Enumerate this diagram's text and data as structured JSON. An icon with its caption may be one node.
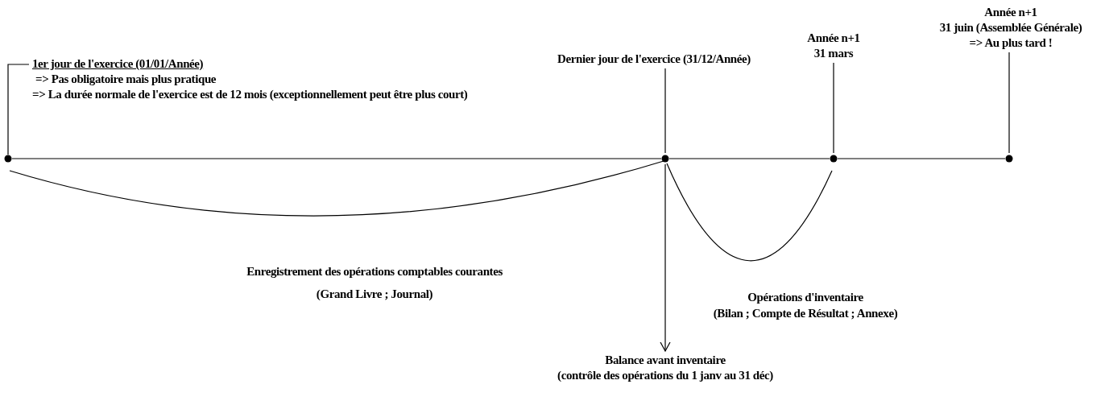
{
  "diagram": {
    "nodes": [
      {
        "text": [
          "1er jour de l'exercice (01/01/Année)",
          "=> Pas obligatoire mais plus pratique",
          "=> La durée normale de l'exercice est de 12 mois (exceptionnellement peut être plus court)"
        ]
      },
      {
        "text": [
          "Dernier jour de l'exercice (31/12/Année)"
        ]
      },
      {
        "text": [
          "Année n+1",
          "31 mars"
        ]
      },
      {
        "text": [
          "Année n+1",
          "31 juin (Assemblée Générale)",
          "=> Au plus tard !"
        ]
      },
      {
        "text": [],
        "shape": "circle"
      },
      {
        "text": [],
        "shape": "circle"
      },
      {
        "text": [],
        "shape": "circle"
      },
      {
        "text": [],
        "shape": "circle"
      },
      {
        "text": [
          "Balance avant inventaire",
          "(contrôle des opérations du 1 janv au 31 déc)"
        ]
      }
    ],
    "edges": [
      {
        "from": 0,
        "to": 4,
        "arrow": "none"
      },
      {
        "from": 1,
        "to": 5,
        "arrow": "none"
      },
      {
        "from": 2,
        "to": 6,
        "arrow": "none"
      },
      {
        "from": 3,
        "to": 7,
        "arrow": "none"
      },
      {
        "from": 4,
        "to": 5,
        "arrow": "none"
      },
      {
        "from": 5,
        "to": 6,
        "arrow": "none"
      },
      {
        "from": 6,
        "to": 7,
        "arrow": "none"
      },
      {
        "from": 5,
        "to": 8,
        "arrow": "to"
      }
    ],
    "labels": [
      "Enregistrement des opérations comptables courantes",
      "(Grand Livre ; Journal)",
      "Opérations d'inventaire",
      "(Bilan ; Compte de Résultat ; Annexe)"
    ]
  }
}
